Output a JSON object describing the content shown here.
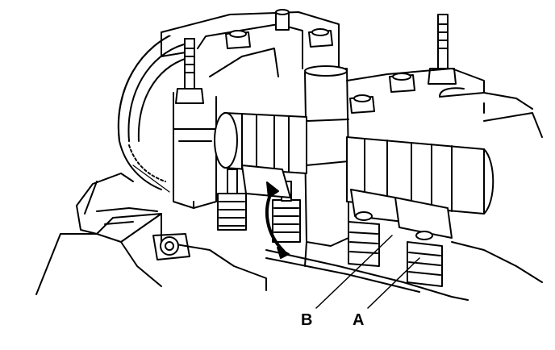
{
  "colors": {
    "ink": "#000000",
    "paper": "#ffffff"
  },
  "callouts": [
    {
      "id": "b",
      "label": "B"
    },
    {
      "id": "a",
      "label": "A"
    }
  ]
}
